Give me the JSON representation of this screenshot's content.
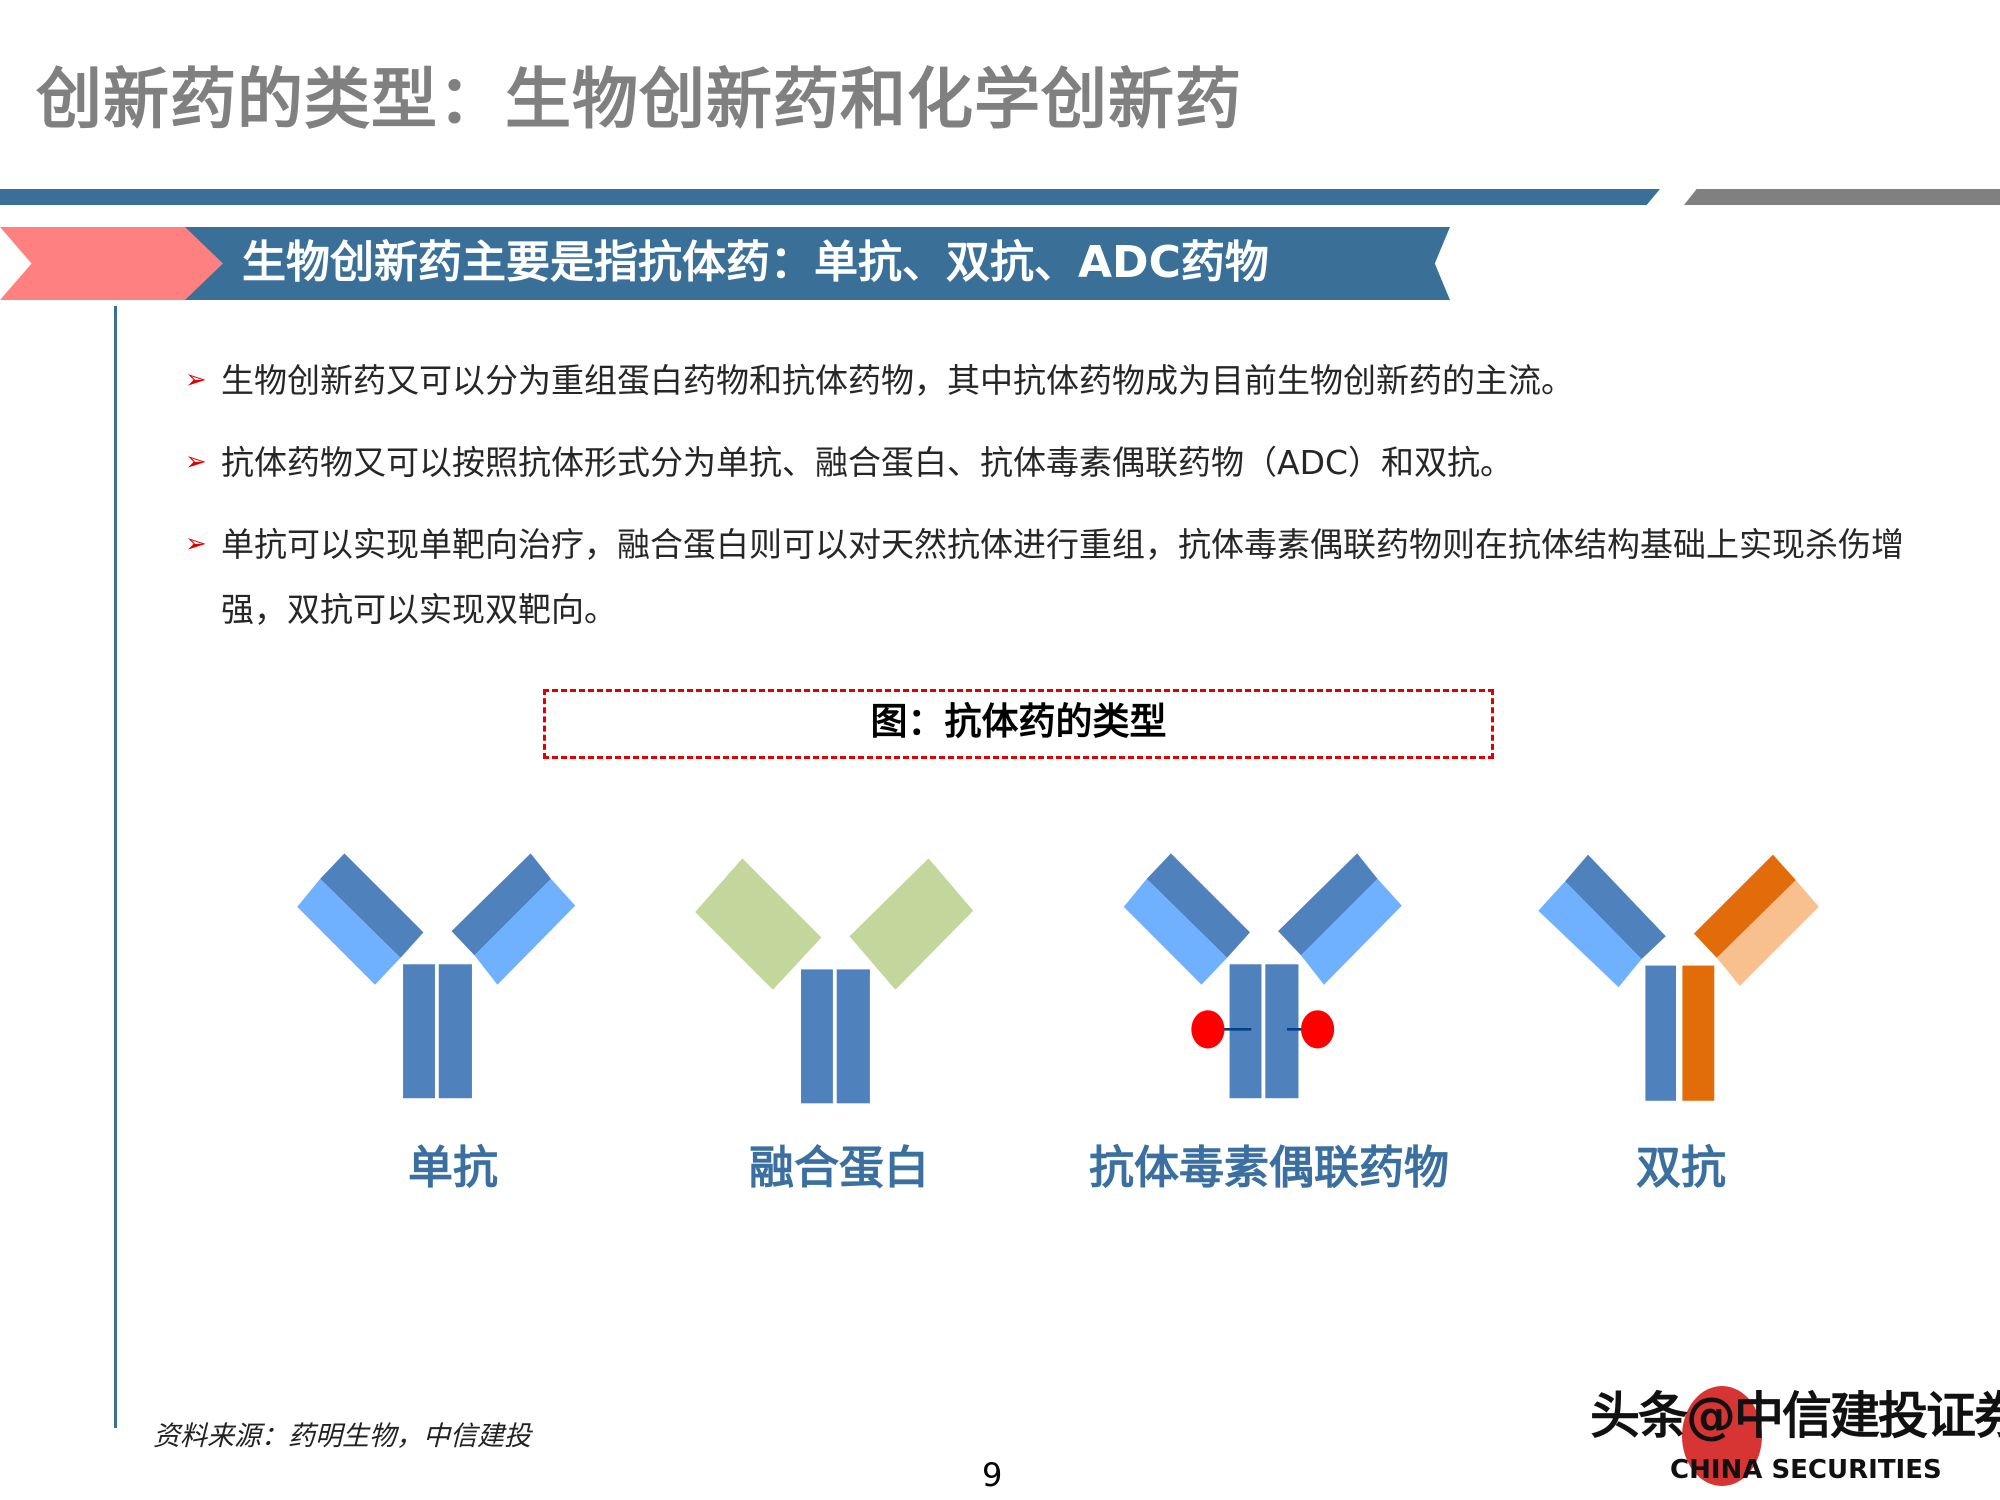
{
  "title": "创新药的类型：生物创新药和化学创新药",
  "subtitle": "生物创新药主要是指抗体药：单抗、双抗、ADC药物",
  "bullets": [
    "生物创新药又可以分为重组蛋白药物和抗体药物，其中抗体药物成为目前生物创新药的主流。",
    "抗体药物又可以按照抗体形式分为单抗、融合蛋白、抗体毒素偶联药物（ADC）和双抗。",
    "单抗可以实现单靶向治疗，融合蛋白则可以对天然抗体进行重组，抗体毒素偶联药物则在抗体结构基础上实现杀伤增强，双抗可以实现双靶向。"
  ],
  "bullet_icon": "➢",
  "figure": {
    "title": "图：抗体药的类型",
    "labels": [
      "单抗",
      "融合蛋白",
      "抗体毒素偶联药物",
      "双抗"
    ]
  },
  "source": "资料来源：药明生物，中信建投",
  "page_number": "9",
  "watermark": {
    "line1": "头条@中信建投证券",
    "line2": "CHINA SECURITIES"
  },
  "colors": {
    "accent_blue": "#3a7098",
    "pink": "#ff8080",
    "chain_dark": "#4f81bd",
    "chain_light": "#6fb1ff",
    "fusion_green": "#c3d69b",
    "bispecific_orange": "#e36c0a",
    "bispecific_peach": "#f9c08f",
    "payload_red": "#ff0000"
  }
}
